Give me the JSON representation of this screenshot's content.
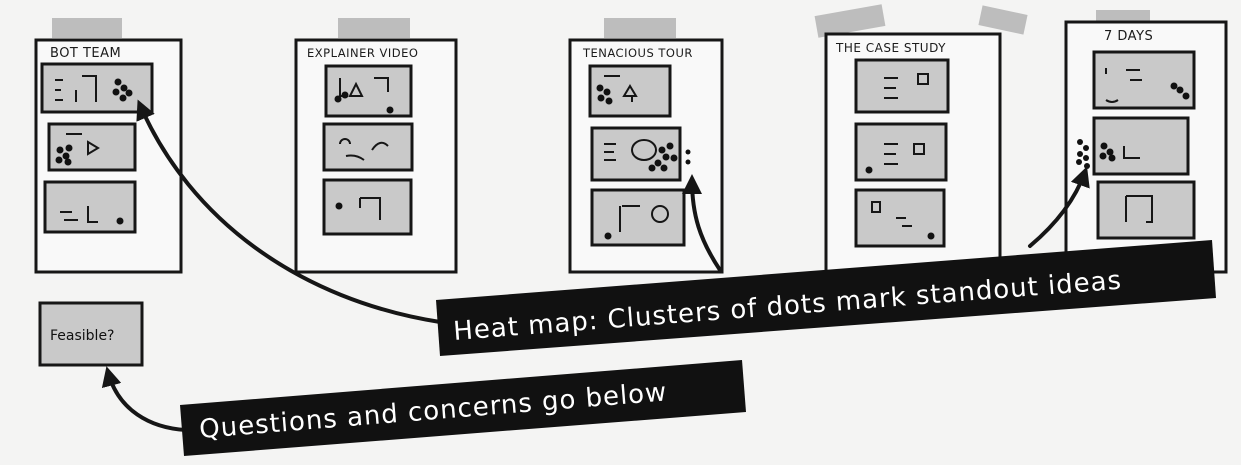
{
  "storyboards": [
    {
      "title": "BOT TEAM"
    },
    {
      "title": "EXPLAINER VIDEO"
    },
    {
      "title": "TENACIOUS TOUR"
    },
    {
      "title": "THE CASE STUDY"
    },
    {
      "title": "7 DAYS"
    }
  ],
  "sticky_note": {
    "label": "Feasible?"
  },
  "callouts": {
    "heatmap": "Heat map: Clusters of dots mark standout ideas",
    "questions": "Questions and concerns go below"
  },
  "colors": {
    "paper": "#f4f4f3",
    "ink": "#161616",
    "frame_fill": "#f9f9f9",
    "tape": "#bdbdbd",
    "panel_fill": "#c9c9c9",
    "banner_fill": "#111111",
    "banner_text": "#ffffff"
  }
}
